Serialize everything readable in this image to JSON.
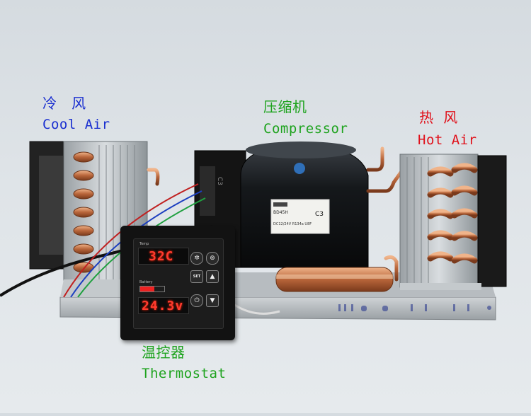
{
  "labels": {
    "cool_cn": "冷   风",
    "cool_en": "Cool Air",
    "compressor_cn": "压缩机",
    "compressor_en": "Compressor",
    "hot_cn": "热  风",
    "hot_en": "Hot Air",
    "thermostat_cn": "温控器",
    "thermostat_en": "Thermostat"
  },
  "thermostat": {
    "temp_label": "Temp",
    "temp_value": "32C",
    "battery_label": "Battery",
    "voltage_value": "24.3v",
    "set_label": "SET",
    "battery_level": 0.6
  },
  "compressor": {
    "model": "BD45H",
    "spec": "DC12/24V  R134a  U8F",
    "code": "C3"
  },
  "icons": [
    "power-icon",
    "arrow-up-icon",
    "arrow-down-icon",
    "fan-icon",
    "snowflake-icon"
  ],
  "colors": {
    "cool_label": "#1a2fd0",
    "compressor_label": "#1ea31e",
    "hot_label": "#e0101a",
    "display": "#ff3b2f"
  }
}
